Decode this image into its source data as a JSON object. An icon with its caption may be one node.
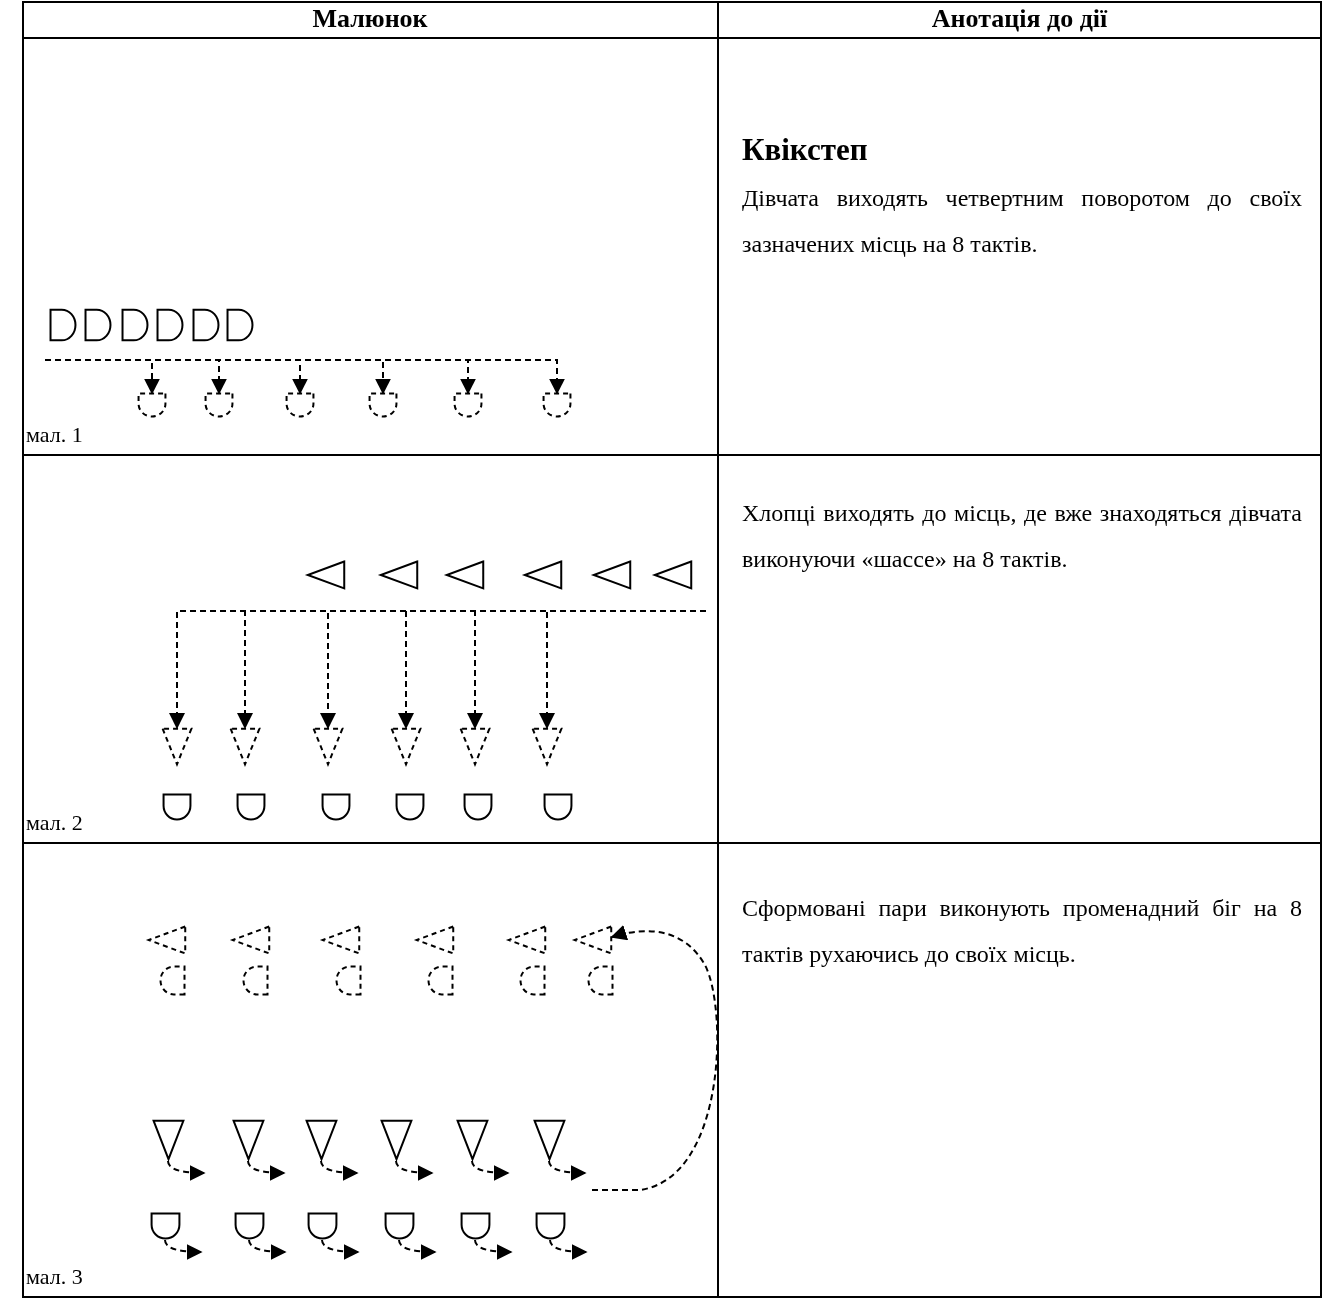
{
  "diagram": {
    "nodes": [
      {
        "text": [],
        "shape": "semicircle"
      },
      {
        "text": [],
        "shape": "semicircle"
      },
      {
        "text": [],
        "shape": "semicircle"
      },
      {
        "text": [],
        "shape": "semicircle"
      },
      {
        "text": [],
        "shape": "semicircle"
      },
      {
        "text": [],
        "shape": "semicircle"
      },
      {
        "text": [],
        "shape": "semicircle"
      },
      {
        "text": [],
        "shape": "semicircle"
      },
      {
        "text": [],
        "shape": "semicircle"
      },
      {
        "text": [],
        "shape": "semicircle"
      },
      {
        "text": [],
        "shape": "semicircle"
      },
      {
        "text": [],
        "shape": "semicircle"
      },
      {
        "text": [],
        "shape": "triangle"
      },
      {
        "text": [],
        "shape": "triangle"
      },
      {
        "text": [],
        "shape": "triangle"
      },
      {
        "text": [],
        "shape": "triangle"
      },
      {
        "text": [],
        "shape": "triangle"
      },
      {
        "text": [],
        "shape": "triangle"
      },
      {
        "text": [],
        "shape": "triangle"
      },
      {
        "text": [],
        "shape": "triangle"
      },
      {
        "text": [],
        "shape": "triangle"
      },
      {
        "text": [],
        "shape": "triangle"
      },
      {
        "text": [],
        "shape": "triangle"
      },
      {
        "text": [],
        "shape": "triangle"
      },
      {
        "text": [],
        "shape": "semicircle"
      },
      {
        "text": [],
        "shape": "semicircle"
      },
      {
        "text": [],
        "shape": "semicircle"
      },
      {
        "text": [],
        "shape": "semicircle"
      },
      {
        "text": [],
        "shape": "semicircle"
      },
      {
        "text": [],
        "shape": "semicircle"
      },
      {
        "text": [],
        "shape": "triangle"
      },
      {
        "text": [],
        "shape": "triangle"
      },
      {
        "text": [],
        "shape": "triangle"
      },
      {
        "text": [],
        "shape": "triangle"
      },
      {
        "text": [],
        "shape": "triangle"
      },
      {
        "text": [],
        "shape": "triangle"
      },
      {
        "text": [],
        "shape": "semicircle"
      },
      {
        "text": [],
        "shape": "semicircle"
      },
      {
        "text": [],
        "shape": "semicircle"
      },
      {
        "text": [],
        "shape": "semicircle"
      },
      {
        "text": [],
        "shape": "semicircle"
      },
      {
        "text": [],
        "shape": "semicircle"
      },
      {
        "text": [],
        "shape": "triangle"
      },
      {
        "text": [],
        "shape": "triangle"
      },
      {
        "text": [],
        "shape": "triangle"
      },
      {
        "text": [],
        "shape": "triangle"
      },
      {
        "text": [],
        "shape": "triangle"
      },
      {
        "text": [],
        "shape": "triangle"
      },
      {
        "text": [],
        "shape": "semicircle"
      },
      {
        "text": [],
        "shape": "semicircle"
      },
      {
        "text": [],
        "shape": "semicircle"
      },
      {
        "text": [],
        "shape": "semicircle"
      },
      {
        "text": [],
        "shape": "semicircle"
      },
      {
        "text": [],
        "shape": "semicircle"
      }
    ],
    "edges": [
      {
        "from": null,
        "to": 6,
        "arrow": "to",
        "style": "dashed"
      },
      {
        "from": null,
        "to": 7,
        "arrow": "to",
        "style": "dashed"
      },
      {
        "from": null,
        "to": 8,
        "arrow": "to",
        "style": "dashed"
      },
      {
        "from": null,
        "to": 9,
        "arrow": "to",
        "style": "dashed"
      },
      {
        "from": null,
        "to": 10,
        "arrow": "to",
        "style": "dashed"
      },
      {
        "from": null,
        "to": 11,
        "arrow": "to",
        "style": "dashed"
      },
      {
        "from": null,
        "to": 18,
        "arrow": "to",
        "style": "dashed"
      },
      {
        "from": null,
        "to": 19,
        "arrow": "to",
        "style": "dashed"
      },
      {
        "from": null,
        "to": 20,
        "arrow": "to",
        "style": "dashed"
      },
      {
        "from": null,
        "to": 21,
        "arrow": "to",
        "style": "dashed"
      },
      {
        "from": null,
        "to": 22,
        "arrow": "to",
        "style": "dashed"
      },
      {
        "from": null,
        "to": 23,
        "arrow": "to",
        "style": "dashed"
      },
      {
        "from": 42,
        "to": null,
        "arrow": "to",
        "style": "dashed"
      },
      {
        "from": 43,
        "to": null,
        "arrow": "to",
        "style": "dashed"
      },
      {
        "from": 44,
        "to": null,
        "arrow": "to",
        "style": "dashed"
      },
      {
        "from": 45,
        "to": null,
        "arrow": "to",
        "style": "dashed"
      },
      {
        "from": 46,
        "to": null,
        "arrow": "to",
        "style": "dashed"
      },
      {
        "from": 47,
        "to": null,
        "arrow": "to",
        "style": "dashed"
      },
      {
        "from": 48,
        "to": null,
        "arrow": "to",
        "style": "dashed"
      },
      {
        "from": 49,
        "to": null,
        "arrow": "to",
        "style": "dashed"
      },
      {
        "from": 50,
        "to": null,
        "arrow": "to",
        "style": "dashed"
      },
      {
        "from": 51,
        "to": null,
        "arrow": "to",
        "style": "dashed"
      },
      {
        "from": 52,
        "to": null,
        "arrow": "to",
        "style": "dashed"
      },
      {
        "from": 53,
        "to": null,
        "arrow": "to",
        "style": "dashed"
      },
      {
        "from": null,
        "to": 35,
        "arrow": "to",
        "style": "dashed"
      }
    ],
    "labels": [
      "Малюнок",
      "Анотація до дії",
      "Квікстеп",
      "Дівчата виходять четвертним поворотом до своїх зазначених місць на 8 тактів.",
      "мал. 1",
      "Хлопці виходять до місць, де вже знаходяться дівчата виконуючи «шассе» на 8 тактів.",
      "мал. 2",
      "Сформовані пари виконують променадний біг на 8 тактів рухаючись до своїх місць.",
      "мал. 3"
    ]
  }
}
